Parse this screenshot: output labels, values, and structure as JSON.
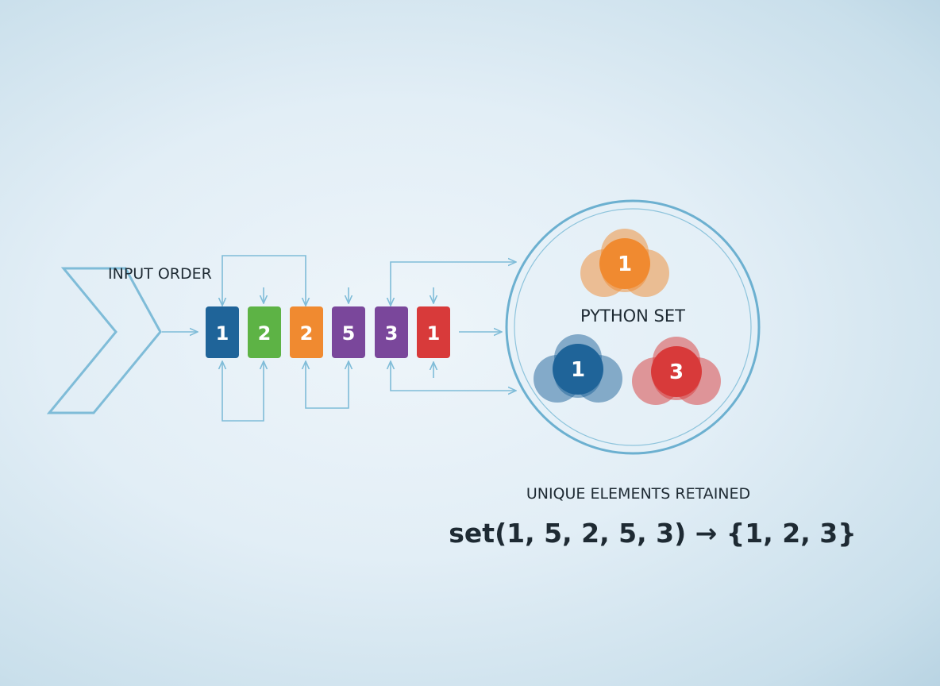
{
  "input_label": "INPUT ORDER",
  "set_label": "PYTHON SET",
  "result_label": "UNIQUE ELEMENTS RETAINED",
  "formula": "set(1, 5, 2, 5, 3) → {1, 2, 3}",
  "input_items": [
    {
      "value": "1",
      "color": "#1f6499"
    },
    {
      "value": "2",
      "color": "#5db345"
    },
    {
      "value": "2",
      "color": "#f08a30"
    },
    {
      "value": "5",
      "color": "#7a479b"
    },
    {
      "value": "3",
      "color": "#7a479b"
    },
    {
      "value": "1",
      "color": "#d83a3a"
    }
  ],
  "set_items": [
    {
      "value": "1",
      "color": "#f08a30"
    },
    {
      "value": "1",
      "color": "#1f6499"
    },
    {
      "value": "3",
      "color": "#d83a3a"
    }
  ],
  "line_color": "#7fbcd8"
}
